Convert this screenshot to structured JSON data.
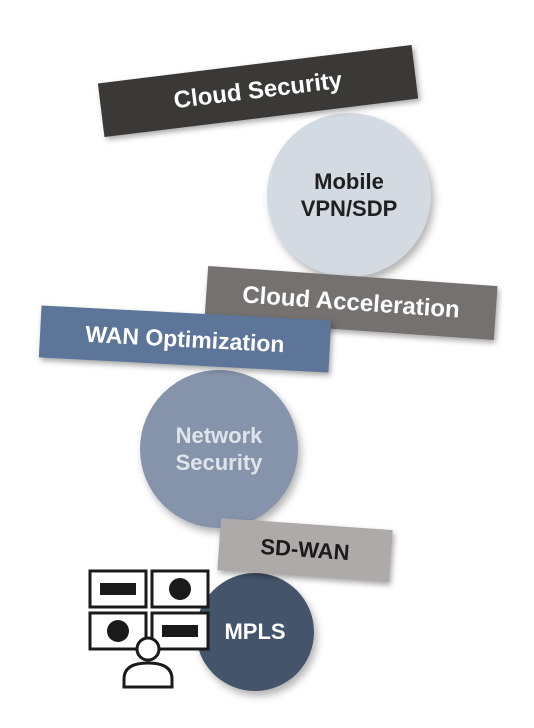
{
  "diagram": {
    "banners": {
      "cloud_security": "Cloud Security",
      "cloud_acceleration": "Cloud Acceleration",
      "wan_optimization": "WAN Optimization",
      "sd_wan": "SD-WAN"
    },
    "circles": {
      "mobile": [
        "Mobile",
        "VPN/SDP"
      ],
      "network_security": [
        "Network",
        "Security"
      ],
      "mpls": "MPLS"
    },
    "colors": {
      "cloud_security": "#3a3938",
      "mobile": "#d4dae2",
      "cloud_acceleration": "#757170",
      "wan_optimization": "#5d7599",
      "network_security": "#8593ab",
      "sd_wan": "#aeaaa9",
      "mpls": "#44546a"
    },
    "icon": "workgroup-icon"
  }
}
